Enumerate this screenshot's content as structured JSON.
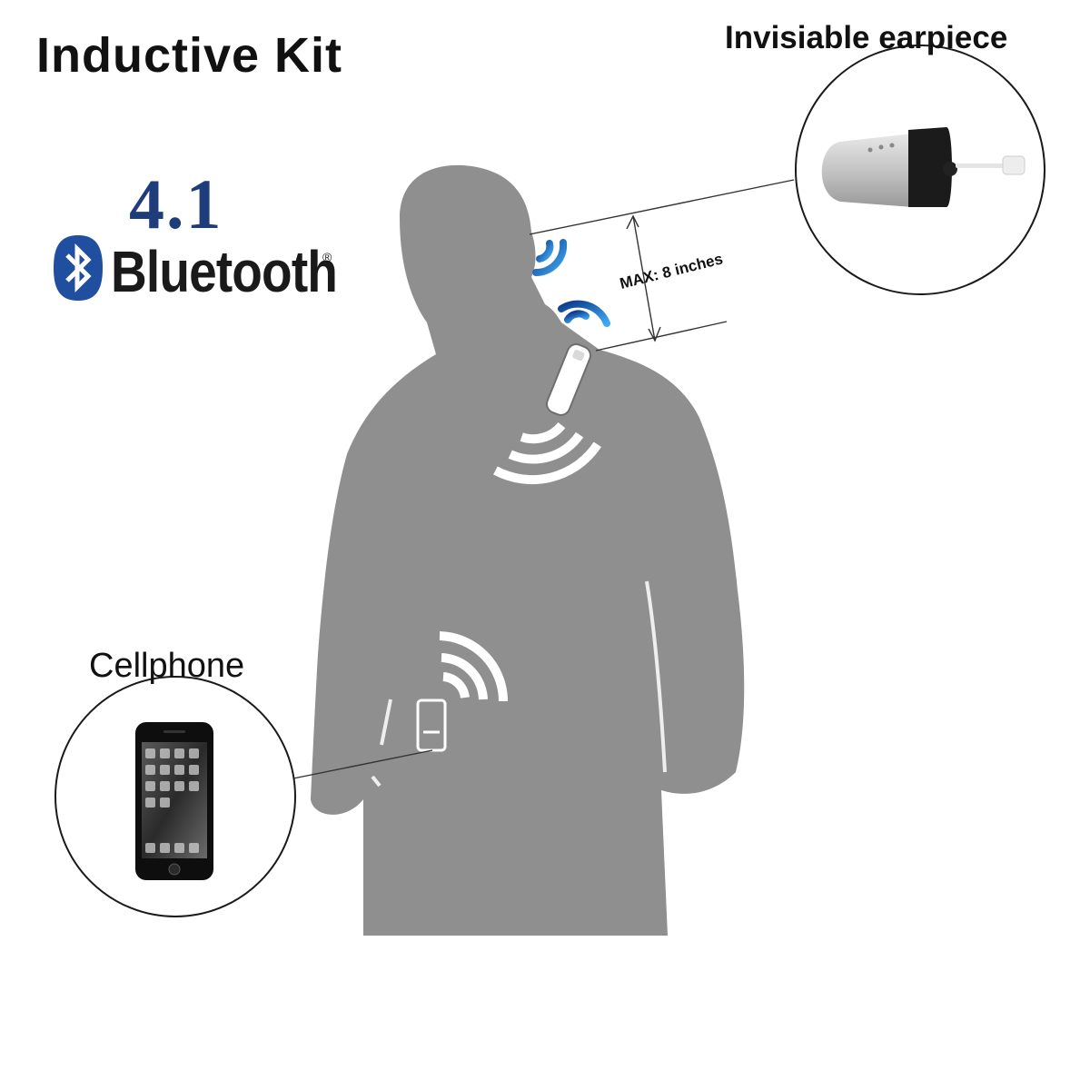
{
  "title": "Inductive Kit",
  "labels": {
    "earpiece": "Invisiable earpiece",
    "cellphone": "Cellphone",
    "distance": "MAX: 8 inches"
  },
  "bluetooth": {
    "version": "4.1",
    "word": "Bluetooth",
    "registered": "®"
  },
  "icons": {
    "bluetooth_logo": "bluetooth-icon",
    "earpiece": "earpiece-icon",
    "phone": "smartphone-icon",
    "inductive_loop": "inductive-loop-icon",
    "signal": "wireless-signal-icon"
  },
  "colors": {
    "silhouette": "#8f8f8f",
    "signal_blue": "#1e88e5",
    "bluetooth_blue": "#1f3d7a",
    "text": "#111111"
  }
}
